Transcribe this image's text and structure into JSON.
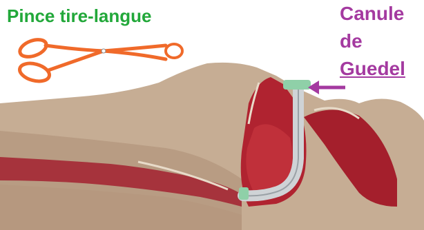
{
  "labels": {
    "pince": "Pince tire-langue",
    "canule": [
      "Canule",
      "de",
      "Guedel"
    ]
  },
  "colors": {
    "pince_text": "#22a83a",
    "canule_text": "#a43aa0",
    "arrow": "#a43aa0",
    "forceps": "#f06a2a",
    "skin": "#c2a98f",
    "tissue": "#9e1c28",
    "cannula_tip": "#8fd0a8",
    "cannula_tube": "#cfd3d6"
  },
  "icons": {
    "forceps": "tongue-forceps-icon",
    "arrow": "arrow-left-icon",
    "airway": "guedel-airway-icon"
  }
}
